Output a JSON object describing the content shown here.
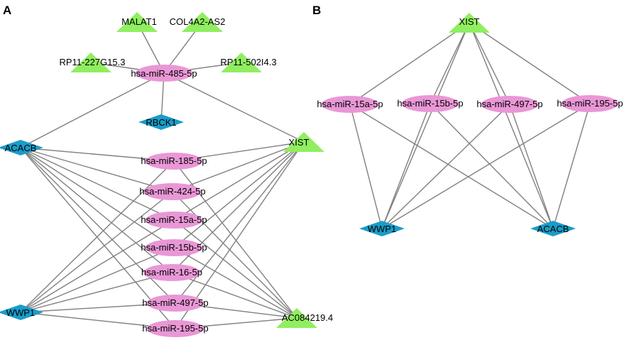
{
  "colors": {
    "mirna": "#e997d6",
    "lncrna": "#90ee60",
    "mrna": "#1a9cc9",
    "edge": "#808080"
  },
  "panels": [
    {
      "label": "A",
      "nodes": [
        {
          "id": "malat1",
          "label": "MALAT1",
          "type": "lncrna"
        },
        {
          "id": "col4a2",
          "label": "COL4A2-AS2",
          "type": "lncrna"
        },
        {
          "id": "rp11_227",
          "label": "RP11-227G15.3",
          "type": "lncrna"
        },
        {
          "id": "rp11_502",
          "label": "RP11-502I4.3",
          "type": "lncrna"
        },
        {
          "id": "mir485",
          "label": "hsa-miR-485-5p",
          "type": "mirna"
        },
        {
          "id": "rbck1",
          "label": "RBCK1",
          "type": "mrna"
        },
        {
          "id": "acacb",
          "label": "ACACB",
          "type": "mrna"
        },
        {
          "id": "xist",
          "label": "XIST",
          "type": "lncrna"
        },
        {
          "id": "mir185",
          "label": "hsa-miR-185-5p",
          "type": "mirna"
        },
        {
          "id": "mir424",
          "label": "hsa-miR-424-5p",
          "type": "mirna"
        },
        {
          "id": "mir15a",
          "label": "hsa-miR-15a-5p",
          "type": "mirna"
        },
        {
          "id": "mir15b",
          "label": "hsa-miR-15b-5p",
          "type": "mirna"
        },
        {
          "id": "mir16",
          "label": "hsa-miR-16-5p",
          "type": "mirna"
        },
        {
          "id": "mir497",
          "label": "hsa-miR-497-5p",
          "type": "mirna"
        },
        {
          "id": "mir195",
          "label": "hsa-miR-195-5p",
          "type": "mirna"
        },
        {
          "id": "wwp1",
          "label": "WWP1",
          "type": "mrna"
        },
        {
          "id": "ac084",
          "label": "AC084219.4",
          "type": "lncrna"
        }
      ],
      "edges": [
        [
          "mir485",
          "malat1"
        ],
        [
          "mir485",
          "col4a2"
        ],
        [
          "mir485",
          "rp11_227"
        ],
        [
          "mir485",
          "rp11_502"
        ],
        [
          "mir485",
          "rbck1"
        ],
        [
          "mir485",
          "acacb"
        ],
        [
          "mir485",
          "xist"
        ],
        [
          "acacb",
          "mir185"
        ],
        [
          "acacb",
          "mir424"
        ],
        [
          "acacb",
          "mir15a"
        ],
        [
          "acacb",
          "mir15b"
        ],
        [
          "acacb",
          "mir16"
        ],
        [
          "acacb",
          "mir497"
        ],
        [
          "acacb",
          "mir195"
        ],
        [
          "xist",
          "mir185"
        ],
        [
          "xist",
          "mir424"
        ],
        [
          "xist",
          "mir15a"
        ],
        [
          "xist",
          "mir15b"
        ],
        [
          "xist",
          "mir16"
        ],
        [
          "xist",
          "mir497"
        ],
        [
          "xist",
          "mir195"
        ],
        [
          "wwp1",
          "mir185"
        ],
        [
          "wwp1",
          "mir424"
        ],
        [
          "wwp1",
          "mir15a"
        ],
        [
          "wwp1",
          "mir15b"
        ],
        [
          "wwp1",
          "mir16"
        ],
        [
          "wwp1",
          "mir497"
        ],
        [
          "wwp1",
          "mir195"
        ],
        [
          "ac084",
          "mir185"
        ],
        [
          "ac084",
          "mir424"
        ],
        [
          "ac084",
          "mir15a"
        ],
        [
          "ac084",
          "mir15b"
        ],
        [
          "ac084",
          "mir16"
        ],
        [
          "ac084",
          "mir497"
        ],
        [
          "ac084",
          "mir195"
        ]
      ]
    },
    {
      "label": "B",
      "nodes": [
        {
          "id": "b_xist",
          "label": "XIST",
          "type": "lncrna"
        },
        {
          "id": "b_mir15a",
          "label": "hsa-miR-15a-5p",
          "type": "mirna"
        },
        {
          "id": "b_mir15b",
          "label": "hsa-miR-15b-5p",
          "type": "mirna"
        },
        {
          "id": "b_mir497",
          "label": "hsa-miR-497-5p",
          "type": "mirna"
        },
        {
          "id": "b_mir195",
          "label": "hsa-miR-195-5p",
          "type": "mirna"
        },
        {
          "id": "b_wwp1",
          "label": "WWP1",
          "type": "mrna"
        },
        {
          "id": "b_acacb",
          "label": "ACACB",
          "type": "mrna"
        }
      ],
      "edges": [
        [
          "b_xist",
          "b_mir15a"
        ],
        [
          "b_xist",
          "b_mir15b"
        ],
        [
          "b_xist",
          "b_mir497"
        ],
        [
          "b_xist",
          "b_mir195"
        ],
        [
          "b_xist",
          "b_wwp1"
        ],
        [
          "b_xist",
          "b_acacb"
        ],
        [
          "b_wwp1",
          "b_mir15a"
        ],
        [
          "b_wwp1",
          "b_mir15b"
        ],
        [
          "b_wwp1",
          "b_mir497"
        ],
        [
          "b_wwp1",
          "b_mir195"
        ],
        [
          "b_acacb",
          "b_mir15a"
        ],
        [
          "b_acacb",
          "b_mir15b"
        ],
        [
          "b_acacb",
          "b_mir497"
        ],
        [
          "b_acacb",
          "b_mir195"
        ]
      ]
    }
  ]
}
